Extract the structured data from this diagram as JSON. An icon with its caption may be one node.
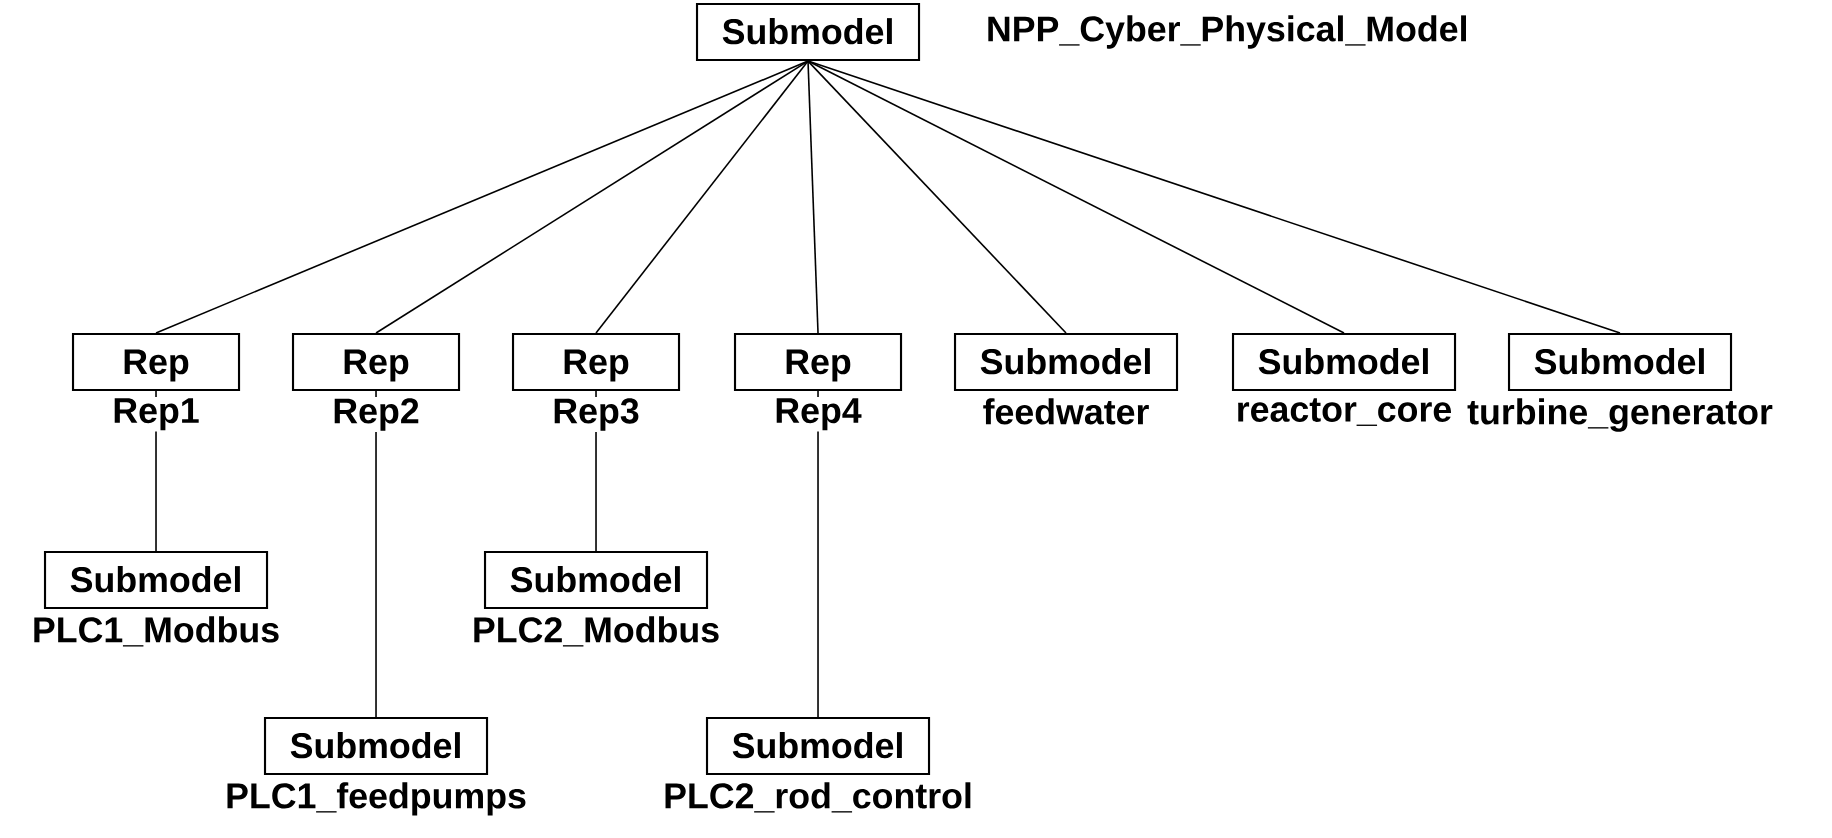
{
  "diagram": {
    "nodes": [
      {
        "text": [
          "Submodel"
        ],
        "beside": [
          "NPP_Cyber_Physical_Model"
        ]
      },
      {
        "text": [
          "Rep"
        ],
        "beside": [
          "Rep1"
        ]
      },
      {
        "text": [
          "Rep"
        ],
        "beside": [
          "Rep2"
        ]
      },
      {
        "text": [
          "Rep"
        ],
        "beside": [
          "Rep3"
        ]
      },
      {
        "text": [
          "Rep"
        ],
        "beside": [
          "Rep4"
        ]
      },
      {
        "text": [
          "Submodel"
        ],
        "beside": [
          "feedwater"
        ]
      },
      {
        "text": [
          "Submodel"
        ],
        "beside": [
          "reactor_core"
        ]
      },
      {
        "text": [
          "Submodel"
        ],
        "beside": [
          "turbine_generator"
        ]
      },
      {
        "text": [
          "Submodel"
        ],
        "beside": [
          "PLC1_Modbus"
        ]
      },
      {
        "text": [
          "Submodel"
        ],
        "beside": [
          "PLC1_feedpumps"
        ]
      },
      {
        "text": [
          "Submodel"
        ],
        "beside": [
          "PLC2_Modbus"
        ]
      },
      {
        "text": [
          "Submodel"
        ],
        "beside": [
          "PLC2_rod_control"
        ]
      }
    ],
    "edges": [
      {
        "from": 0,
        "to": 1,
        "arrow": "none"
      },
      {
        "from": 0,
        "to": 2,
        "arrow": "none"
      },
      {
        "from": 0,
        "to": 3,
        "arrow": "none"
      },
      {
        "from": 0,
        "to": 4,
        "arrow": "none"
      },
      {
        "from": 0,
        "to": 5,
        "arrow": "none"
      },
      {
        "from": 0,
        "to": 6,
        "arrow": "none"
      },
      {
        "from": 0,
        "to": 7,
        "arrow": "none"
      },
      {
        "from": 1,
        "to": 8,
        "arrow": "none"
      },
      {
        "from": 2,
        "to": 9,
        "arrow": "none"
      },
      {
        "from": 3,
        "to": 10,
        "arrow": "none"
      },
      {
        "from": 4,
        "to": 11,
        "arrow": "none"
      }
    ]
  }
}
